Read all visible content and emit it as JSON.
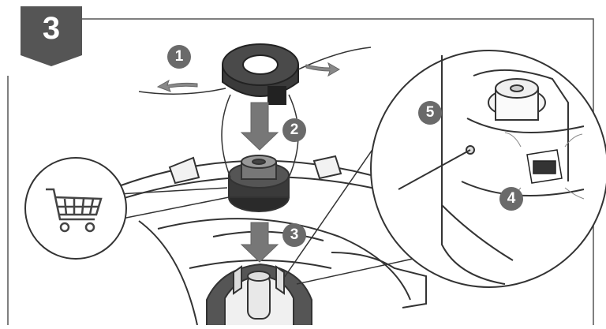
{
  "step": {
    "number": "3"
  },
  "callouts": [
    {
      "label": "1"
    },
    {
      "label": "2"
    },
    {
      "label": "3"
    },
    {
      "label": "4"
    },
    {
      "label": "5"
    }
  ],
  "icons": {
    "cart": "shopping-cart-icon"
  },
  "colors": {
    "badge": "#555555",
    "callout": "#6a6a6a",
    "line": "#333333"
  }
}
